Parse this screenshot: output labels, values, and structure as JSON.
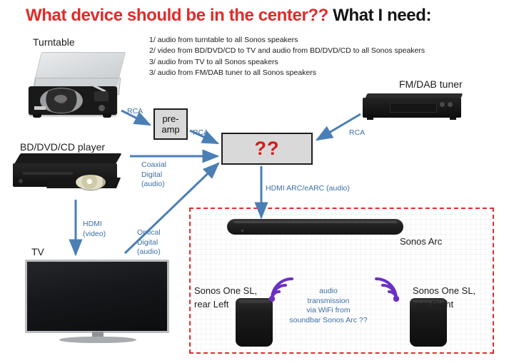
{
  "title": {
    "red_part": "What device should be in the center??",
    "black_part": "What I need:"
  },
  "requirements": [
    "1/ audio from turntable to all Sonos speakers",
    "2/ video from BD/DVD/CD to TV and audio from BD/DVD/CD to all Sonos speakers",
    "3/ audio from TV to all Sonos speakers",
    "3/ audio from FM/DAB tuner to all Sonos speakers"
  ],
  "devices": {
    "turntable": "Turntable",
    "bd_player": "BD/DVD/CD player",
    "tuner": "FM/DAB tuner",
    "tv": "TV",
    "preamp_line1": "pre-",
    "preamp_line2": "amp",
    "center_unknown": "??",
    "soundbar": "Sonos Arc",
    "speaker_left_l1": "Sonos One SL,",
    "speaker_left_l2": "rear Left",
    "speaker_right_l1": "Sonos One SL,",
    "speaker_right_l2": "rear Right"
  },
  "connections": {
    "rca_turntable": "RCA",
    "rca_preamp": "RCA",
    "rca_tuner": "RCA",
    "coaxial_l1": "Coaxial",
    "coaxial_l2": "Digital",
    "coaxial_l3": "(audio)",
    "hdmi_video_l1": "HDMI",
    "hdmi_video_l2": "(video)",
    "optical_l1": "Optical",
    "optical_l2": "Digital",
    "optical_l3": "(audio)",
    "hdmi_arc": "HDMI ARC/eARC (audio)"
  },
  "wifi_note": {
    "line1": "audio",
    "line2": "transmission",
    "line3": "via WiFi from",
    "line4": "soundbar Sonos Arc ??"
  },
  "colors": {
    "title_red": "#e02b28",
    "title_black": "#141414",
    "arrow_blue": "#4a7fb5",
    "label_blue": "#3d6fa5",
    "zone_red": "#e32d2d",
    "unknown_red": "#d21b1b",
    "wifi_purple": "#6b2fc4",
    "box_gray": "#d9d9d9"
  }
}
